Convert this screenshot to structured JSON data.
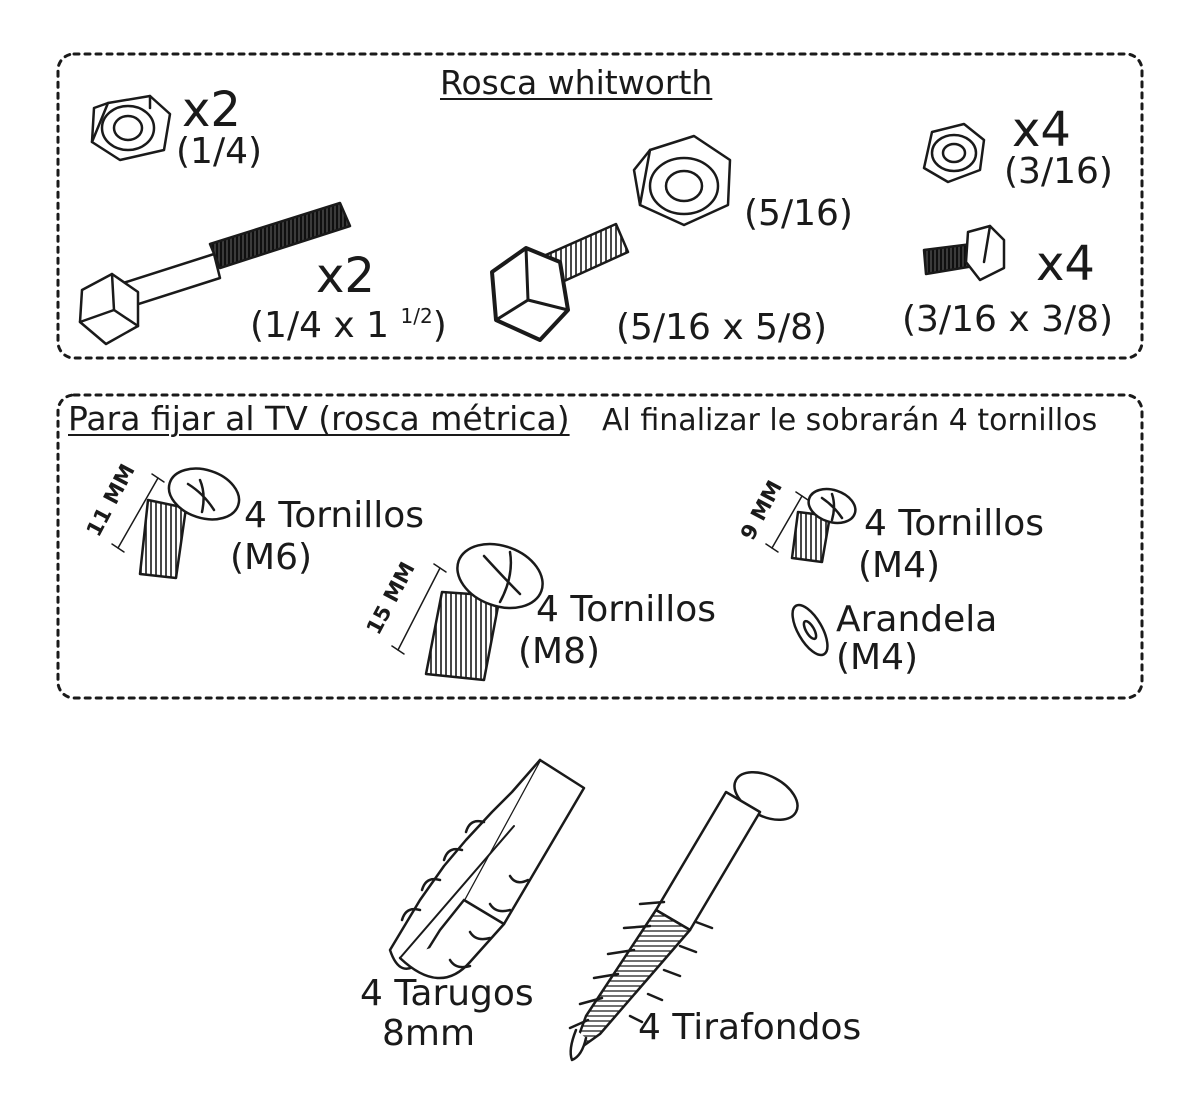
{
  "section_whitworth": {
    "title": "Rosca whitworth",
    "nut_quarter": {
      "qty": "x2",
      "size": "(1/4)"
    },
    "bolt_quarter": {
      "qty": "x2",
      "size_prefix": "(1/4 x 1 ",
      "size_sup": "1/2",
      "size_suffix": ")"
    },
    "nut_five_sixteenths": {
      "size": "(5/16)"
    },
    "bolt_five_sixteenths": {
      "size": "(5/16 x 5/8)"
    },
    "nut_three_sixteenths": {
      "qty": "x4",
      "size": "(3/16)"
    },
    "bolt_three_sixteenths": {
      "qty": "x4",
      "size": "(3/16 x 3/8)"
    }
  },
  "section_metric": {
    "title": "Para fijar al TV (rosca métrica)",
    "note": "Al finalizar le sobrarán 4 tornillos",
    "screw_m6": {
      "length": "11 MM",
      "qty": "4 Tornillos",
      "size": "(M6)"
    },
    "screw_m8": {
      "length": "15 MM",
      "qty": "4 Tornillos",
      "size": "(M8)"
    },
    "screw_m4": {
      "length": "9 MM",
      "qty": "4 Tornillos",
      "size": "(M4)"
    },
    "washer_m4": {
      "name": "Arandela",
      "size": "(M4)"
    }
  },
  "wall_fixings": {
    "anchor": {
      "qty": "4 Tarugos",
      "size": "8mm"
    },
    "lag_screw": {
      "qty": "4 Tirafondos"
    }
  },
  "colors": {
    "ink": "#1a1a1a",
    "background": "#ffffff"
  }
}
